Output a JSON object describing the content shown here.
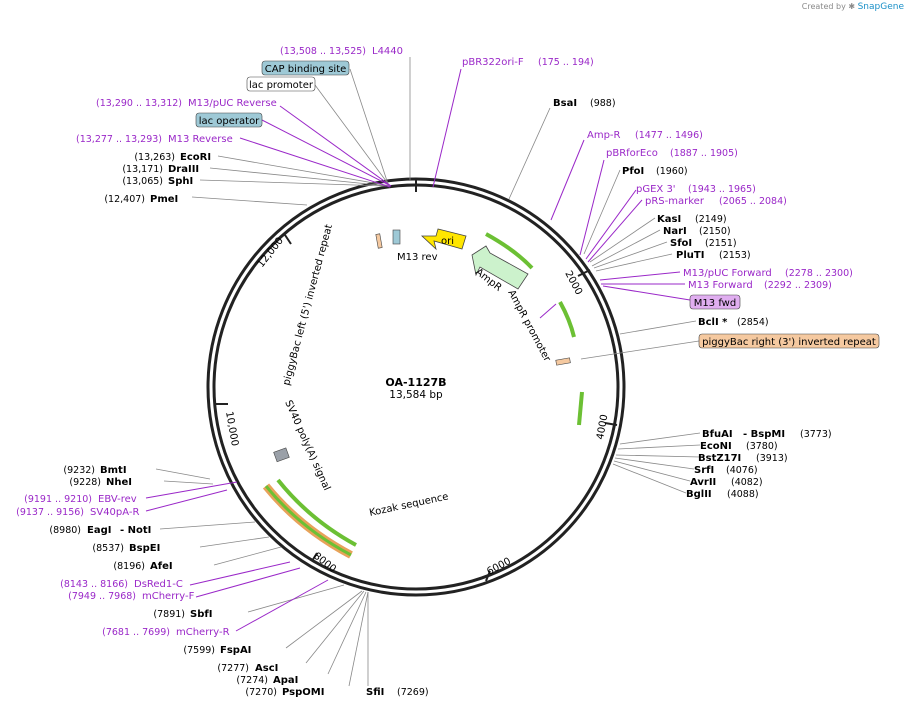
{
  "header": {
    "created_by": "Created by",
    "brand": "SnapGene"
  },
  "plasmid": {
    "name": "OA-1127B",
    "length": "13,584 bp"
  },
  "ticks": [
    "2000",
    "4000",
    "6000",
    "8000",
    "10,000",
    "12,000"
  ],
  "sites_right": [
    {
      "name": "BsaI",
      "pos": "(988)"
    },
    {
      "name": "PfoI",
      "pos": "(1960)"
    },
    {
      "name": "KasI",
      "pos": "(2149)"
    },
    {
      "name": "NarI",
      "pos": "(2150)"
    },
    {
      "name": "SfoI",
      "pos": "(2151)"
    },
    {
      "name": "PluTI",
      "pos": "(2153)"
    },
    {
      "name": "BclI *",
      "pos": "(2854)"
    },
    {
      "name": "BfuAI",
      "name2": "- BspMI",
      "pos": "(3773)"
    },
    {
      "name": "EcoNI",
      "pos": "(3780)"
    },
    {
      "name": "BstZ17I",
      "pos": "(3913)"
    },
    {
      "name": "SrfI",
      "pos": "(4076)"
    },
    {
      "name": "AvrII",
      "pos": "(4082)"
    },
    {
      "name": "BglII",
      "pos": "(4088)"
    },
    {
      "name": "SfiI",
      "pos": "(7269)"
    }
  ],
  "sites_left": [
    {
      "name": "EcoRI",
      "pos": "(13,263)"
    },
    {
      "name": "DraIII",
      "pos": "(13,171)"
    },
    {
      "name": "SphI",
      "pos": "(13,065)"
    },
    {
      "name": "PmeI",
      "pos": "(12,407)"
    },
    {
      "name": "BmtI",
      "pos": "(9232)"
    },
    {
      "name": "NheI",
      "pos": "(9228)"
    },
    {
      "name": "EagI",
      "name2": "- NotI",
      "pos": "(8980)"
    },
    {
      "name": "BspEI",
      "pos": "(8537)"
    },
    {
      "name": "AfeI",
      "pos": "(8196)"
    },
    {
      "name": "SbfI",
      "pos": "(7891)"
    },
    {
      "name": "FspAI",
      "pos": "(7599)"
    },
    {
      "name": "AscI",
      "pos": "(7277)"
    },
    {
      "name": "ApaI",
      "pos": "(7274)"
    },
    {
      "name": "PspOMI",
      "pos": "(7270)"
    }
  ],
  "primers": [
    {
      "name": "L4440",
      "pos": "(13,508 .. 13,525)"
    },
    {
      "name": "pBR322ori-F",
      "pos": "(175 .. 194)"
    },
    {
      "name": "M13/pUC Reverse",
      "pos": "(13,290 .. 13,312)"
    },
    {
      "name": "M13 Reverse",
      "pos": "(13,277 .. 13,293)"
    },
    {
      "name": "Amp-R",
      "pos": "(1477 .. 1496)"
    },
    {
      "name": "pBRforEco",
      "pos": "(1887 .. 1905)"
    },
    {
      "name": "pGEX 3'",
      "pos": "(1943 .. 1965)"
    },
    {
      "name": "pRS-marker",
      "pos": "(2065 .. 2084)"
    },
    {
      "name": "M13/pUC Forward",
      "pos": "(2278 .. 2300)"
    },
    {
      "name": "M13 Forward",
      "pos": "(2292 .. 2309)"
    },
    {
      "name": "EBV-rev",
      "pos": "(9191 .. 9210)"
    },
    {
      "name": "SV40pA-R",
      "pos": "(9137 .. 9156)"
    },
    {
      "name": "DsRed1-C",
      "pos": "(8143 .. 8166)"
    },
    {
      "name": "mCherry-F",
      "pos": "(7949 .. 7968)"
    },
    {
      "name": "mCherry-R",
      "pos": "(7681 .. 7699)"
    }
  ],
  "boxed_features": [
    {
      "name": "CAP binding site",
      "color": "#9ec9d6"
    },
    {
      "name": "lac promoter",
      "color": "#ffffff"
    },
    {
      "name": "lac operator",
      "color": "#9ec9d6"
    },
    {
      "name": "M13 fwd",
      "color": "#e0aef0"
    },
    {
      "name": "piggyBac right (3') inverted repeat",
      "color": "#f5c9a0"
    }
  ],
  "inner_labels": {
    "ori": "ori",
    "ampr": "AmpR",
    "ampr_promoter": "AmpR promoter",
    "m13_rev": "M13 rev",
    "piggybac_left": "piggyBac left (5') inverted repeat",
    "sv40": "SV40 poly(A) signal",
    "kozak": "Kozak sequence"
  },
  "colors": {
    "primer": "#9a28c8",
    "ori": "#ffe600",
    "ampr": "#ccf2cc",
    "cds_green": "#6cc034",
    "orange": "#e8a25a",
    "backbone": "#222222"
  }
}
